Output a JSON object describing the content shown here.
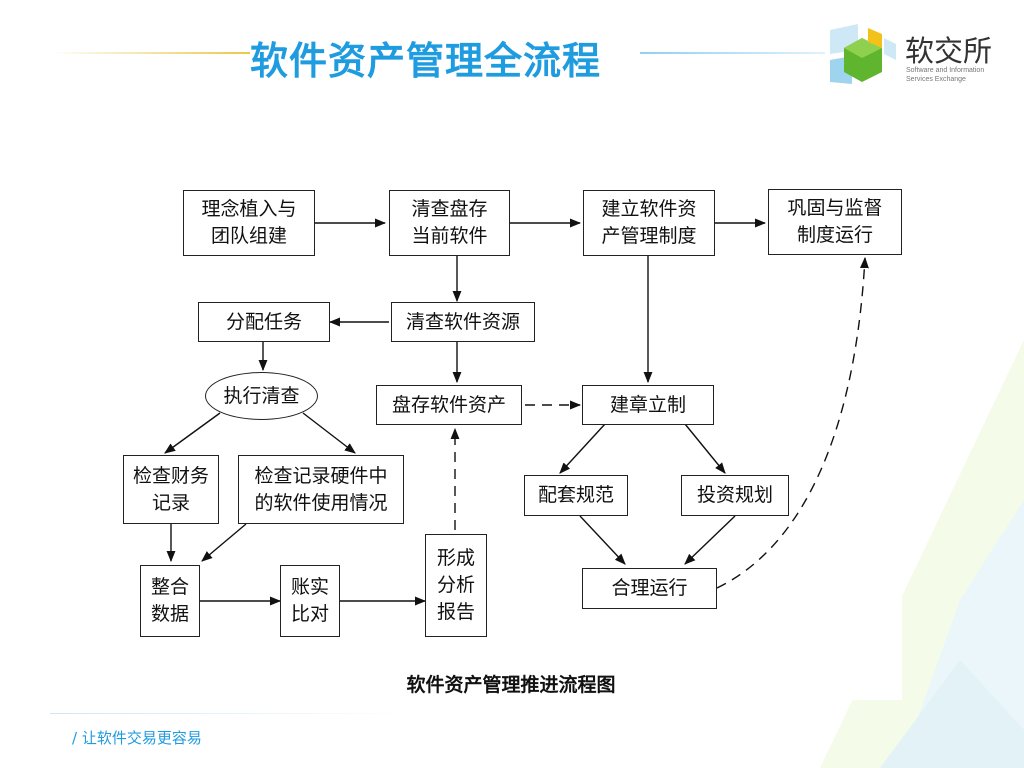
{
  "slide": {
    "title": "软件资产管理全流程",
    "logo_text": "软交所",
    "logo_subtitle": "Software and Information Services Exchange",
    "footer": "/ 让软件交易更容易",
    "colors": {
      "accent": "#1f9be0",
      "logo_green": "#5fb52e",
      "logo_yellow": "#f2c21a"
    }
  },
  "diagram": {
    "caption": "软件资产管理推进流程图",
    "nodes": {
      "idea": "理念植入与\n团队组建",
      "check_current": "清查盘存\n当前软件",
      "build_system": "建立软件资\n产管理制度",
      "consolidate": "巩固与监督\n制度运行",
      "assign": "分配任务",
      "check_resources": "清查软件资源",
      "execute": "执行清查",
      "inventory": "盘存软件资产",
      "regulation": "建章立制",
      "finance": "检查财务\n记录",
      "hw_usage": "检查记录硬件中\n的软件使用情况",
      "support": "配套规范",
      "invest": "投资规划",
      "integrate": "整合\n数据",
      "reconcile": "账实\n比对",
      "report": "形成\n分析\n报告",
      "operation": "合理运行"
    }
  }
}
